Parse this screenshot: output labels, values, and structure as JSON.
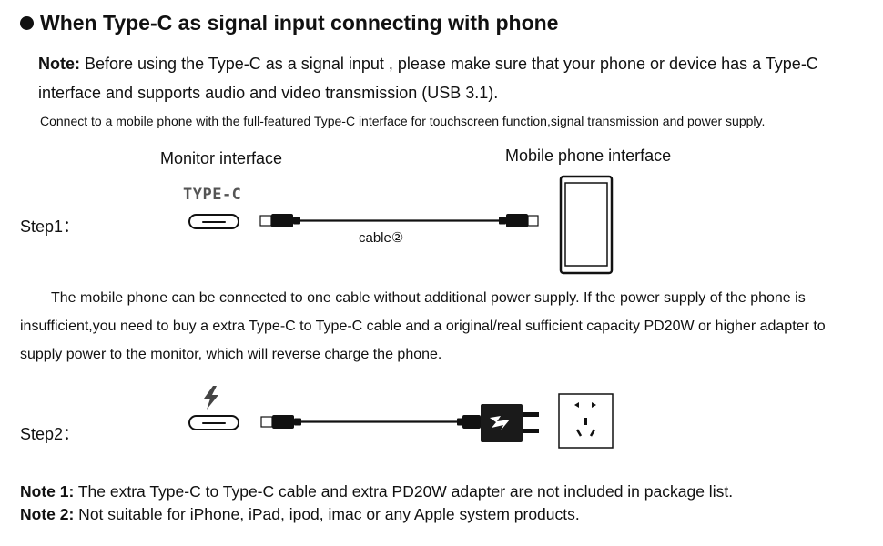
{
  "header": {
    "title": "When Type-C as signal input connecting with phone"
  },
  "note_top": {
    "label": "Note:",
    "text": " Before using the Type-C as a signal input , please make sure that your phone or device has a Type-C interface and supports audio and video transmission (USB 3.1)."
  },
  "connect_line": "Connect to a mobile phone with the full-featured Type-C interface for touchscreen function,signal transmission and power supply.",
  "step1": {
    "label": "Step1：",
    "monitor_interface": "Monitor interface",
    "phone_interface": "Mobile phone interface",
    "port_text": "TYPE-C",
    "cable_label": "cable②"
  },
  "paragraph": "The mobile phone can be connected to one cable without additional power supply. If the power supply of the phone is insufficient,you need to buy a extra Type-C to Type-C cable and a original/real sufficient capacity PD20W or higher adapter to supply power to the monitor, which will reverse charge the phone.",
  "step2": {
    "label": "Step2："
  },
  "notes": [
    {
      "label": "Note 1:",
      "text": " The extra Type-C to Type-C cable and extra PD20W adapter are not included in package list."
    },
    {
      "label": "Note 2:",
      "text": " Not suitable for iPhone, iPad, ipod, imac or any Apple system products."
    }
  ],
  "icons": {
    "bullet": "filled-circle-icon",
    "lightning": "lightning-icon",
    "phone": "phone-icon",
    "adapter": "charger-adapter-icon",
    "outlet": "wall-outlet-icon"
  }
}
